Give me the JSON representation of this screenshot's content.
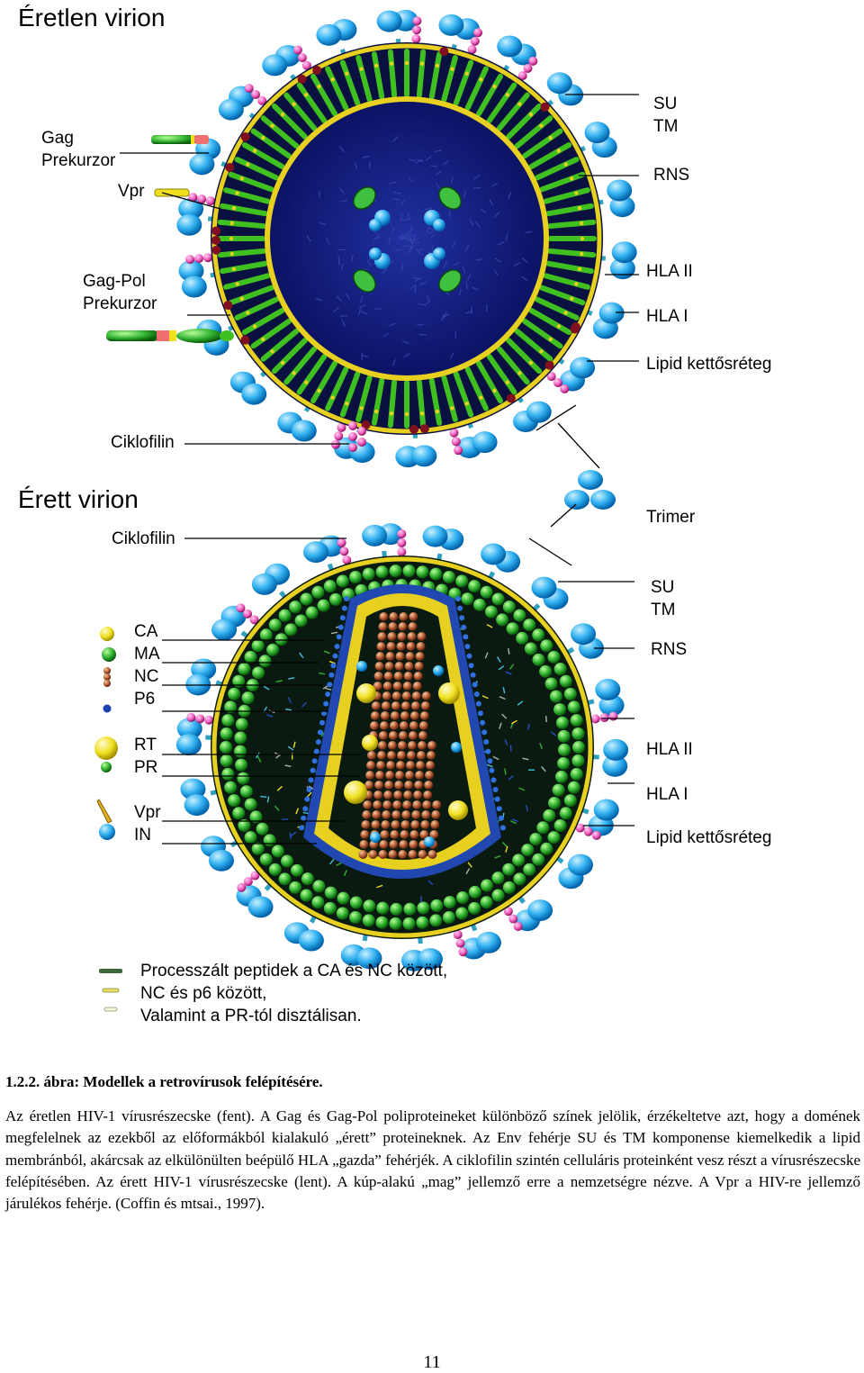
{
  "immature": {
    "title": "Éretlen virion",
    "left_labels": {
      "gag": "Gag",
      "gag_prekurzor": "Prekurzor",
      "vpr": "Vpr",
      "gagpol": "Gag-Pol",
      "gagpol_prekurzor": "Prekurzor",
      "ciklofilin": "Ciklofilin"
    },
    "right_labels": {
      "su": "SU",
      "tm": "TM",
      "rns": "RNS",
      "hla2": "HLA II",
      "hla1": "HLA I",
      "lipid": "Lipid kettősréteg"
    }
  },
  "mature": {
    "title": "Érett virion",
    "left_labels": {
      "ciklofilin": "Ciklofilin",
      "ca": "CA",
      "ma": "MA",
      "nc": "NC",
      "p6": "P6",
      "rt": "RT",
      "pr": "PR",
      "vpr": "Vpr",
      "in": "IN"
    },
    "right_labels": {
      "trimer": "Trimer",
      "su": "SU",
      "tm": "TM",
      "rns": "RNS",
      "hla2": "HLA II",
      "hla1": "HLA I",
      "lipid": "Lipid kettősréteg"
    }
  },
  "legend": {
    "line1": "Processzált peptidek a CA és NC között,",
    "line2": "NC és p6 között,",
    "line3": "Valamint a PR-tól disztálisan."
  },
  "caption": {
    "title": "1.2.2. ábra: Modellek a retrovírusok felépítésére.",
    "body": "Az éretlen HIV-1 vírusrészecske (fent). A Gag és Gag-Pol poliproteineket különböző színek jelölik, érzékeltetve azt, hogy a domének megfelelnek az ezekből az előformákból kialakuló „érett” proteineknek. Az Env fehérje SU és TM komponense kiemelkedik a lipid membránból, akárcsak az elkülönülten beépülő HLA „gazda” fehérjék. A ciklofilin szintén celluláris proteinként vesz részt a vírusrészecske felépítésében. Az érett HIV-1 vírusrészecske (lent). A kúp-alakú „mag” jellemző erre a nemzetségre nézve. A Vpr a HIV-re jellemző járulékos fehérje. (Coffin és mtsai., 1997)."
  },
  "page_number": "11",
  "colors": {
    "membrane_yellow": "#e8d020",
    "spike_green": "#40c020",
    "core_navy": "#101870",
    "glycoprotein_blue": "#30b0f0",
    "hla_pink": "#f060c0",
    "capsid_brown": "#b05830",
    "matrix_green": "#30b030"
  }
}
